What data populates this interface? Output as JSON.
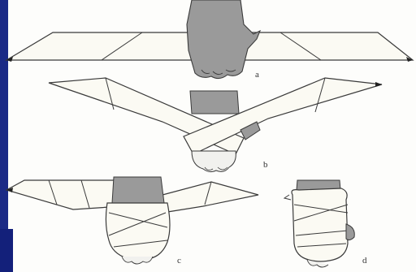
{
  "figure": {
    "panels": [
      {
        "id": "a",
        "label": "a"
      },
      {
        "id": "b",
        "label": "b"
      },
      {
        "id": "c",
        "label": "c"
      },
      {
        "id": "d",
        "label": "d"
      }
    ]
  },
  "colors": {
    "bandage_fill": "#fbfaf3",
    "outline": "#3a3a3a",
    "leg_fill": "#9a9a9a",
    "paw_fill": "#f1f1ee",
    "edge_blue": "#1b2a86"
  },
  "icons": [
    "dog-leg-illustration",
    "bandage-strip-illustration"
  ]
}
